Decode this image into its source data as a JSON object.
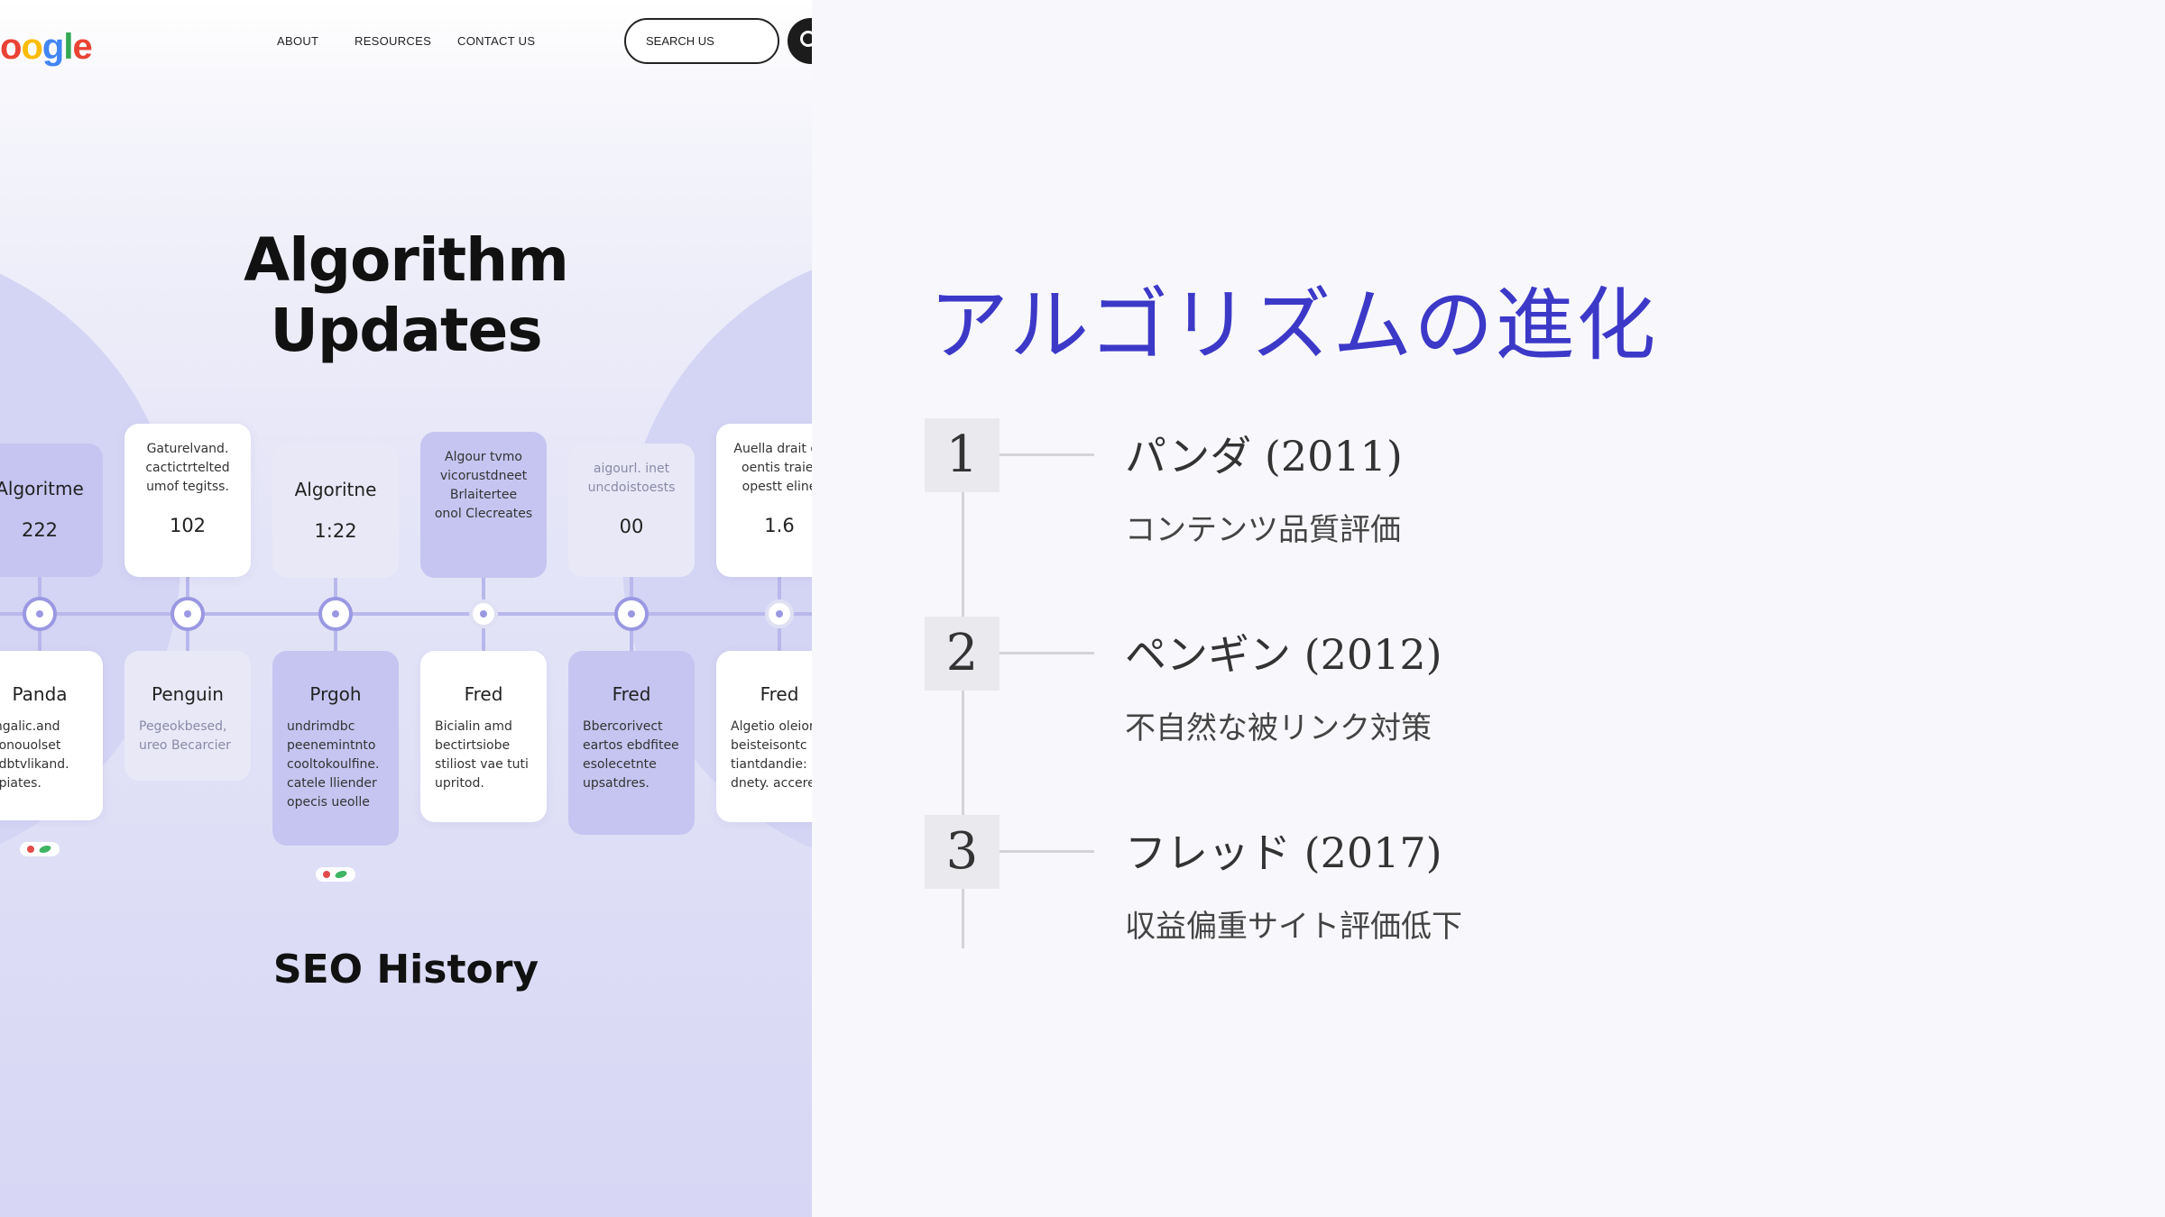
{
  "mockup": {
    "logo": [
      {
        "ch": "o",
        "color": "#ea4335"
      },
      {
        "ch": "o",
        "color": "#fbbc05"
      },
      {
        "ch": "g",
        "color": "#4285f4"
      },
      {
        "ch": "l",
        "color": "#34a853"
      },
      {
        "ch": "e",
        "color": "#ea4335"
      }
    ],
    "nav": [
      "ABOUT",
      "RESOURCES",
      "CONTACT US"
    ],
    "search_label": "SEARCH US",
    "hero_title_line1": "Algorithm",
    "hero_title_line2": "Updates",
    "footer_title": "SEO History",
    "top_cards": [
      {
        "style": "mid",
        "lines": [
          "Algoritme"
        ],
        "num": "222"
      },
      {
        "style": "white",
        "lines": [
          "Gaturelvand.",
          "cactictrtelted",
          "umof tegitss."
        ],
        "num": "102"
      },
      {
        "style": "pale",
        "lines": [
          "Algoritne"
        ],
        "num": "1:22"
      },
      {
        "style": "mid",
        "lines": [
          "Algour tvmo",
          "vicorustdneet",
          "Brlaitertee",
          "onol Clecreates"
        ],
        "num": ""
      },
      {
        "style": "pale",
        "lines": [
          "aigourl. inet",
          "uncdoistoests"
        ],
        "num": "00"
      },
      {
        "style": "white",
        "lines": [
          "Auella drait oc",
          "oentis traie.",
          "opestt eline"
        ],
        "num": "1.6"
      }
    ],
    "bottom_cards": [
      {
        "style": "white",
        "title": "Panda",
        "lines": [
          "ingalic.and",
          "aonouolset",
          "odbtvlikand.",
          "epiates."
        ]
      },
      {
        "style": "pale",
        "title": "Penguin",
        "lines": [
          "Pegeokbesed,",
          "ureo Becarcier"
        ]
      },
      {
        "style": "mid",
        "title": "Prgoh",
        "lines": [
          "undrimdbc",
          "peenemintnto",
          "cooltokoulfine.",
          "catele lliender",
          "opecis ueolle"
        ]
      },
      {
        "style": "white",
        "title": "Fred",
        "lines": [
          "Bicialin amd",
          "bectirtsiobe",
          "stiliost vae tuti",
          "upritod."
        ]
      },
      {
        "style": "mid",
        "title": "Fred",
        "lines": [
          "Bbercorivect",
          "eartos ebdfitee",
          "esolecetnte",
          "upsatdres."
        ]
      },
      {
        "style": "white",
        "title": "Fred",
        "lines": [
          "Algetio oleior",
          "beisteisontc",
          "tiantdandie:",
          "dnety. accere"
        ]
      }
    ]
  },
  "slide": {
    "title": "アルゴリズムの進化",
    "items": [
      {
        "num": "1",
        "title": "パンダ (2011)",
        "desc": "コンテンツ品質評価"
      },
      {
        "num": "2",
        "title": "ペンギン (2012)",
        "desc": "不自然な被リンク対策"
      },
      {
        "num": "3",
        "title": "フレッド (2017)",
        "desc": "収益偏重サイト評価低下"
      }
    ]
  },
  "colors": {
    "accent": "#3c39c8",
    "timeline_line": "#b9b8ec",
    "node_ring": "#9a98e2"
  }
}
